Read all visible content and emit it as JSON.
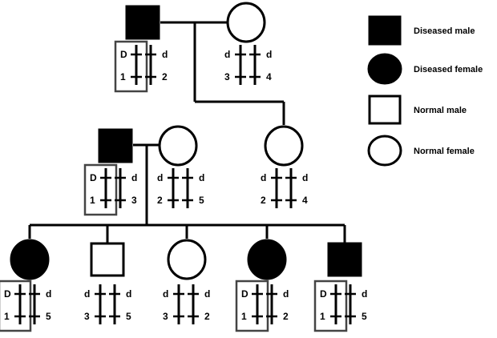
{
  "colors": {
    "ink": "#000000",
    "fill_affected": "#000000",
    "fill_normal": "#ffffff",
    "box": "#444444"
  },
  "legend": [
    {
      "shape": "square",
      "affected": true,
      "label": "Diseased male"
    },
    {
      "shape": "circle",
      "affected": true,
      "label": "Diseased female"
    },
    {
      "shape": "square",
      "affected": false,
      "label": "Normal male"
    },
    {
      "shape": "circle",
      "affected": false,
      "label": "Normal female"
    }
  ],
  "generations": {
    "I": [
      {
        "id": "I-1",
        "sex": "male",
        "affected": true,
        "alleles": {
          "a1": "D",
          "a2": "d",
          "b1": "1",
          "b2": "2"
        },
        "boxed": true
      },
      {
        "id": "I-2",
        "sex": "female",
        "affected": false,
        "alleles": {
          "a1": "d",
          "a2": "d",
          "b1": "3",
          "b2": "4"
        },
        "boxed": false
      }
    ],
    "II": [
      {
        "id": "II-1",
        "sex": "male",
        "affected": true,
        "alleles": {
          "a1": "D",
          "a2": "d",
          "b1": "1",
          "b2": "3"
        },
        "boxed": true
      },
      {
        "id": "II-2",
        "sex": "female",
        "affected": false,
        "alleles": {
          "a1": "d",
          "a2": "d",
          "b1": "2",
          "b2": "5"
        },
        "boxed": false
      },
      {
        "id": "II-3",
        "sex": "female",
        "affected": false,
        "alleles": {
          "a1": "d",
          "a2": "d",
          "b1": "2",
          "b2": "4"
        },
        "boxed": false
      }
    ],
    "III": [
      {
        "id": "III-1",
        "sex": "female",
        "affected": true,
        "alleles": {
          "a1": "D",
          "a2": "d",
          "b1": "1",
          "b2": "5"
        },
        "boxed": true
      },
      {
        "id": "III-2",
        "sex": "male",
        "affected": false,
        "alleles": {
          "a1": "d",
          "a2": "d",
          "b1": "3",
          "b2": "5"
        },
        "boxed": false
      },
      {
        "id": "III-3",
        "sex": "female",
        "affected": false,
        "alleles": {
          "a1": "d",
          "a2": "d",
          "b1": "3",
          "b2": "2"
        },
        "boxed": false
      },
      {
        "id": "III-4",
        "sex": "female",
        "affected": true,
        "alleles": {
          "a1": "D",
          "a2": "d",
          "b1": "1",
          "b2": "2"
        },
        "boxed": true
      },
      {
        "id": "III-5",
        "sex": "male",
        "affected": true,
        "alleles": {
          "a1": "D",
          "a2": "d",
          "b1": "1",
          "b2": "5"
        },
        "boxed": true
      }
    ]
  }
}
